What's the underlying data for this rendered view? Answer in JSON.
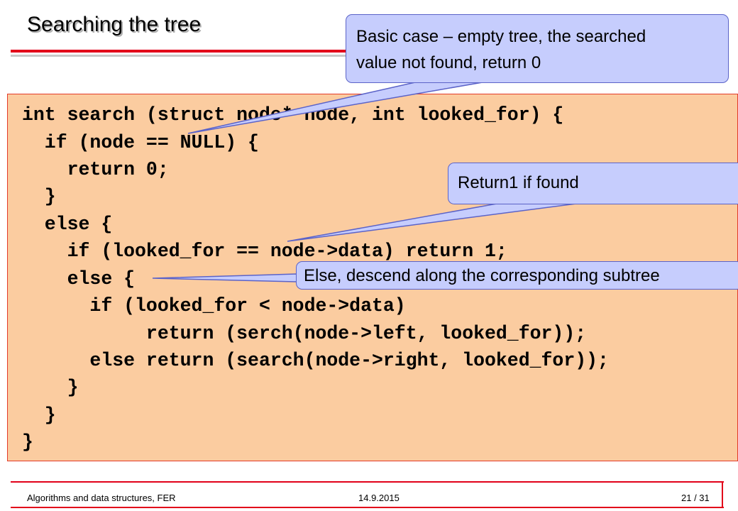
{
  "slide": {
    "title": "Searching the tree",
    "code_lines": [
      "int search (struct node* node, int looked_for) {",
      "  if (node == NULL) {",
      "    return 0;",
      "  }",
      "  else {",
      "    if (looked_for == node->data) return 1;",
      "    else {",
      "      if (looked_for < node->data)",
      "           return (serch(node->left, looked_for));",
      "      else return (search(node->right, looked_for));",
      "    }",
      "  }",
      "}"
    ],
    "callouts": {
      "basic_case_line1": "Basic case – empty tree, the searched",
      "basic_case_line2": "value not found, return 0",
      "found": "Return1 if found",
      "descend": "Else, descend along the corresponding subtree"
    },
    "colors": {
      "accent_red": "#e2001a",
      "code_background": "#fbcca0",
      "callout_fill": "#c6cdfd",
      "callout_border": "#5b63c8"
    }
  },
  "footer": {
    "course": "Algorithms and data structures, FER",
    "date": "14.9.2015",
    "page": "21 / 31"
  }
}
